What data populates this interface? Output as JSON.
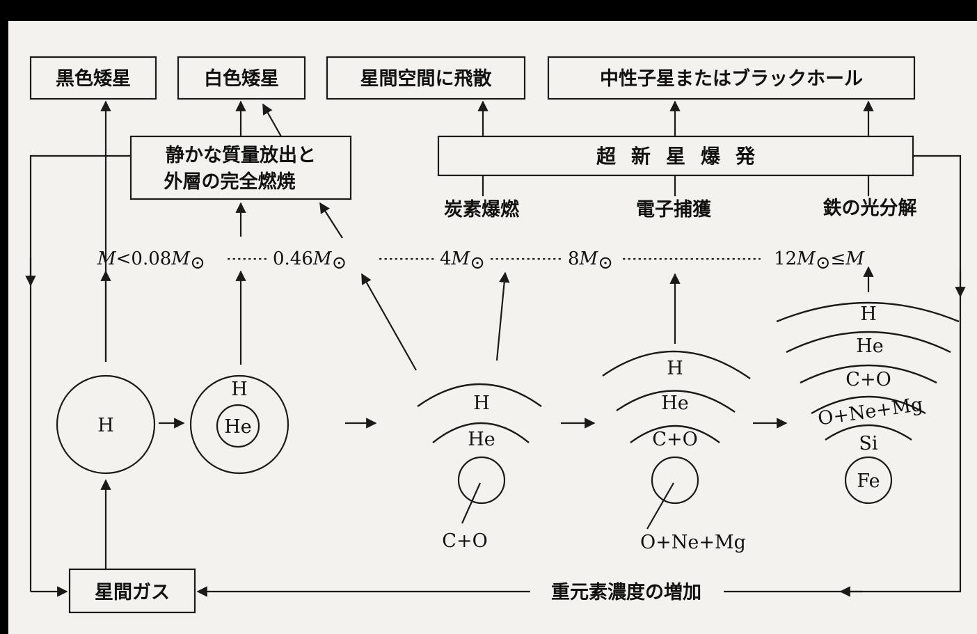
{
  "fates": {
    "black_dwarf": "黒色矮星",
    "white_dwarf": "白色矮星",
    "interstellar_scatter": "星間空間に飛散",
    "neutron_star_or_black_hole": "中性子星またはブラックホール"
  },
  "processes": {
    "mass_loss_line1": "静かな質量放出と",
    "mass_loss_line2": "外層の完全燃焼",
    "supernova": "超新星爆発",
    "carbon_deflagration": "炭素爆燃",
    "electron_capture": "電子捕獲",
    "iron_photodisintegration": "鉄の光分解"
  },
  "mass_scale": {
    "m1_prefix": "M",
    "m1_rel": "<0.08",
    "m1_unit": "M",
    "m2": "0.46",
    "m2_unit": "M",
    "m3": "4",
    "m3_unit": "M",
    "m4": "8",
    "m4_unit": "M",
    "m5": "12",
    "m5_unit": "M",
    "m5_rel": "≤",
    "m5_suffix": "M",
    "sun_symbol": "⊙"
  },
  "stars": {
    "s1_core": "H",
    "s2_shell": "H",
    "s2_core": "He",
    "s3_shell_outer": "H",
    "s3_shell_inner": "He",
    "s3_core": "C+O",
    "s4_shell_1": "H",
    "s4_shell_2": "He",
    "s4_shell_3": "C+O",
    "s4_core": "O+Ne+Mg",
    "s5_shell_1": "H",
    "s5_shell_2": "He",
    "s5_shell_3": "C+O",
    "s5_shell_4": "O+Ne+Mg",
    "s5_shell_5": "Si",
    "s5_core": "Fe"
  },
  "cycle": {
    "interstellar_gas": "星間ガス",
    "heavy_element_increase": "重元素濃度の増加"
  }
}
